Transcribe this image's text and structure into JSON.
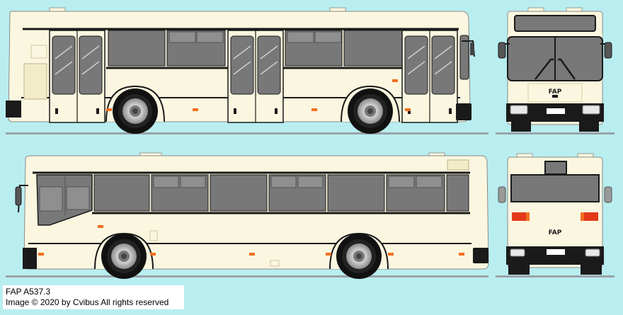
{
  "caption": {
    "model": "FAP A537.3",
    "credit": "Image © 2020 by Cvibus All rights reserved"
  },
  "badges": {
    "front_logo": "FAP",
    "rear_logo": "FAP"
  },
  "colors": {
    "background": "#b9eef0",
    "body": "#fbf6df",
    "glass": "#787878",
    "outline": "#1a1a1a",
    "ground": "#9aa3a8",
    "marker": "#f07020",
    "taillight": "#e23a1a"
  }
}
